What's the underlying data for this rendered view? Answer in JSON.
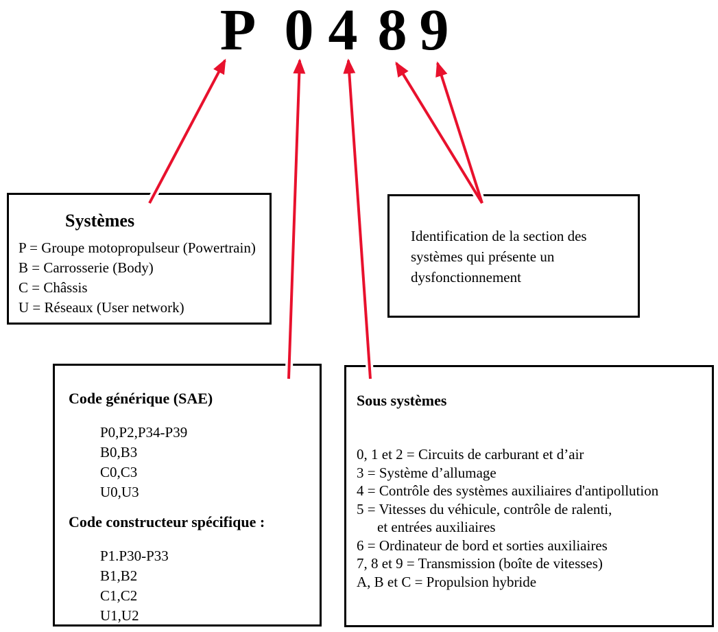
{
  "code": {
    "value": "P0489",
    "chars": [
      "P",
      "0",
      "4",
      "8",
      "9"
    ]
  },
  "boxes": {
    "systems": {
      "title": "Systèmes",
      "items": [
        "P = Groupe motopropulseur (Powertrain)",
        "B = Carrosserie (Body)",
        "C = Châssis",
        "U = Réseaux (User network)"
      ]
    },
    "section_id": {
      "text": "Identification de la section des\nsystèmes qui présente un\ndysfonctionnement"
    },
    "generic_code": {
      "sae_title": "Code générique (SAE)",
      "sae_items": [
        "P0,P2,P34-P39",
        "B0,B3",
        "C0,C3",
        "U0,U3"
      ],
      "manufacturer_title": "Code constructeur spécifique :",
      "manufacturer_items": [
        "P1.P30-P33",
        "B1,B2",
        "C1,C2",
        "U1,U2"
      ]
    },
    "subsystems": {
      "title": "Sous systèmes",
      "items": [
        "0, 1 et 2 = Circuits de carburant et d’air",
        "3 = Système d’allumage",
        "4 = Contrôle des systèmes auxiliaires d'antipollution",
        "5 = Vitesses du véhicule, contrôle de ralenti,",
        "et entrées auxiliaires",
        "6 = Ordinateur de bord et sorties auxiliaires",
        "7, 8 et 9 = Transmission (boîte de vitesses)",
        "A, B et C = Propulsion hybride"
      ]
    }
  },
  "colors": {
    "arrow_red": "#e8112d",
    "box_border": "#000000",
    "text": "#000000",
    "background": "#ffffff"
  }
}
